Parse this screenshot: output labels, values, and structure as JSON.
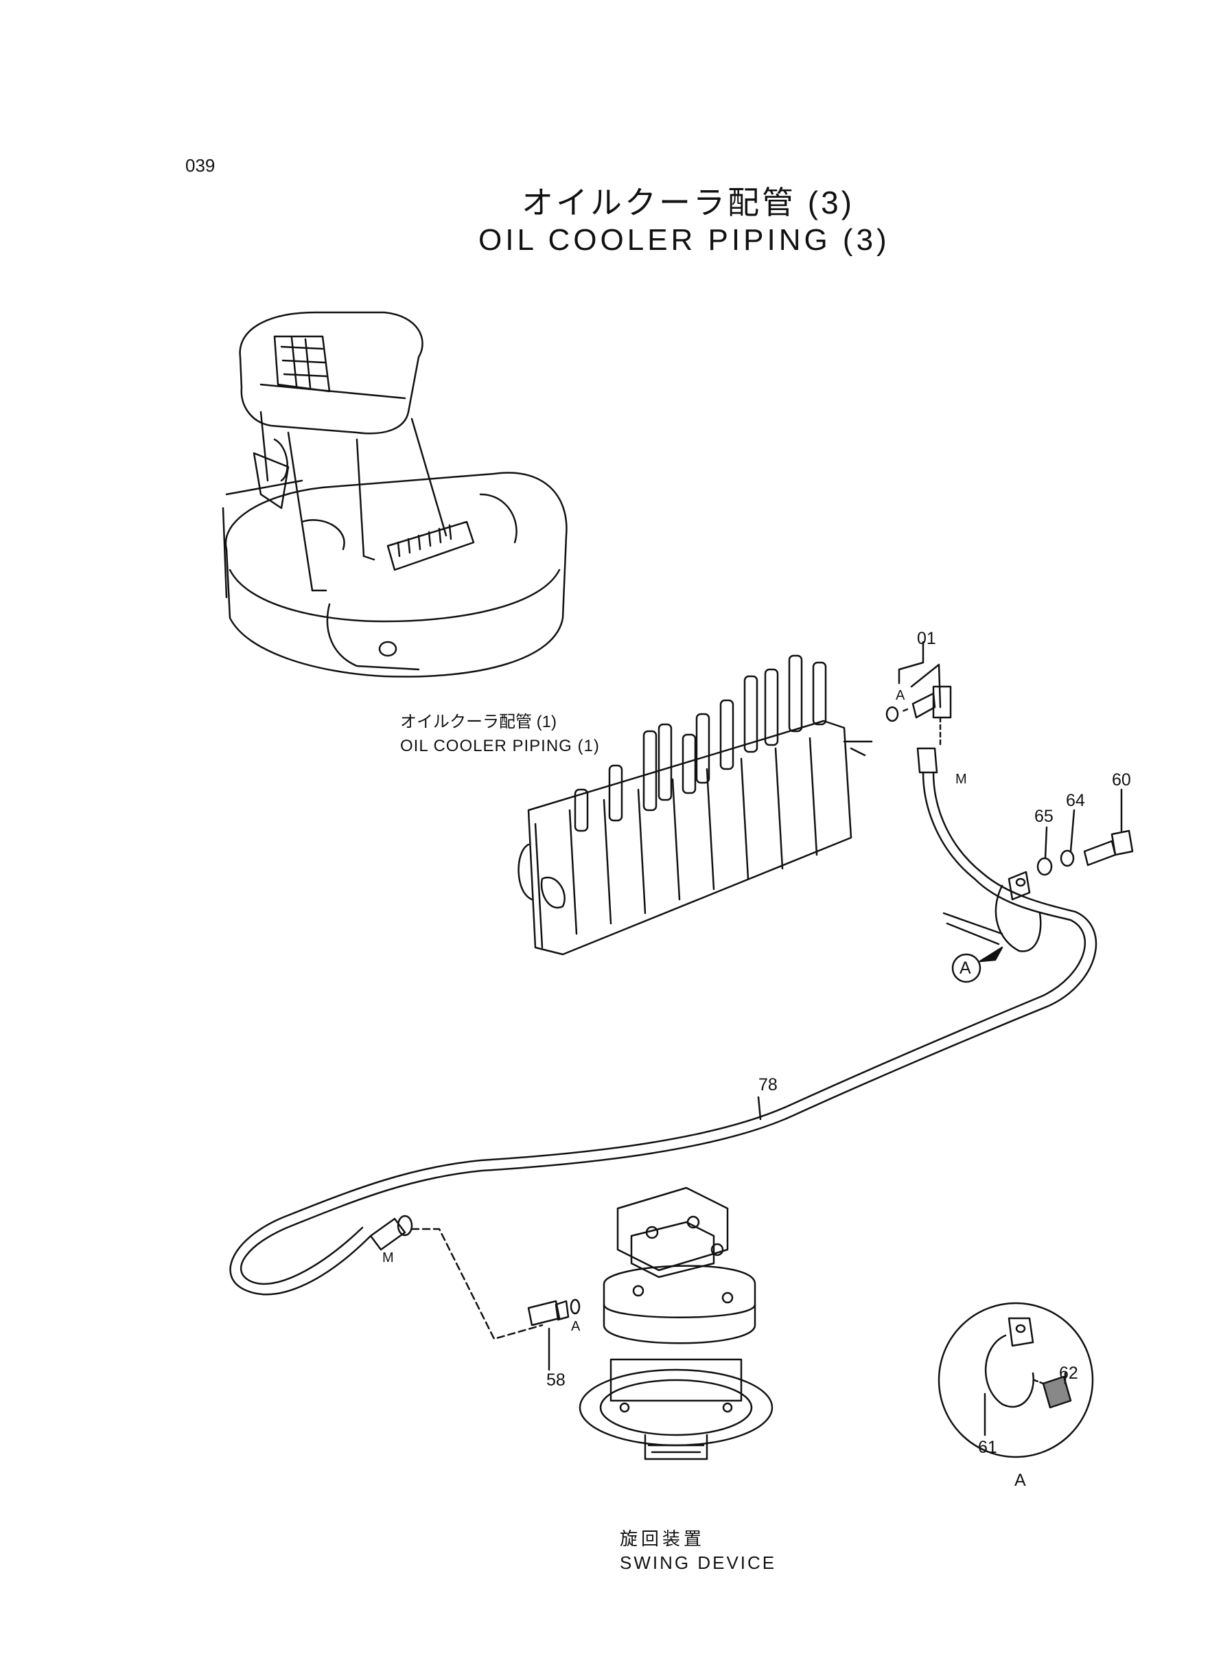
{
  "page": {
    "number": "039",
    "title_ja": "オイルクーラ配管 (3)",
    "title_en": "OIL COOLER PIPING (3)"
  },
  "references": {
    "oil_cooler_piping_1_ja": "オイルクーラ配管 (1)",
    "oil_cooler_piping_1_en": "OIL COOLER PIPING (1)",
    "swing_device_ja": "旋回装置",
    "swing_device_en": "SWING DEVICE"
  },
  "callouts": {
    "part_01": "01",
    "part_58": "58",
    "part_60": "60",
    "part_61": "61",
    "part_62": "62",
    "part_64": "64",
    "part_65": "65",
    "part_78": "78",
    "detail_view": "A",
    "detail_marker": "A",
    "view_label": "A",
    "marker_m": "M"
  }
}
